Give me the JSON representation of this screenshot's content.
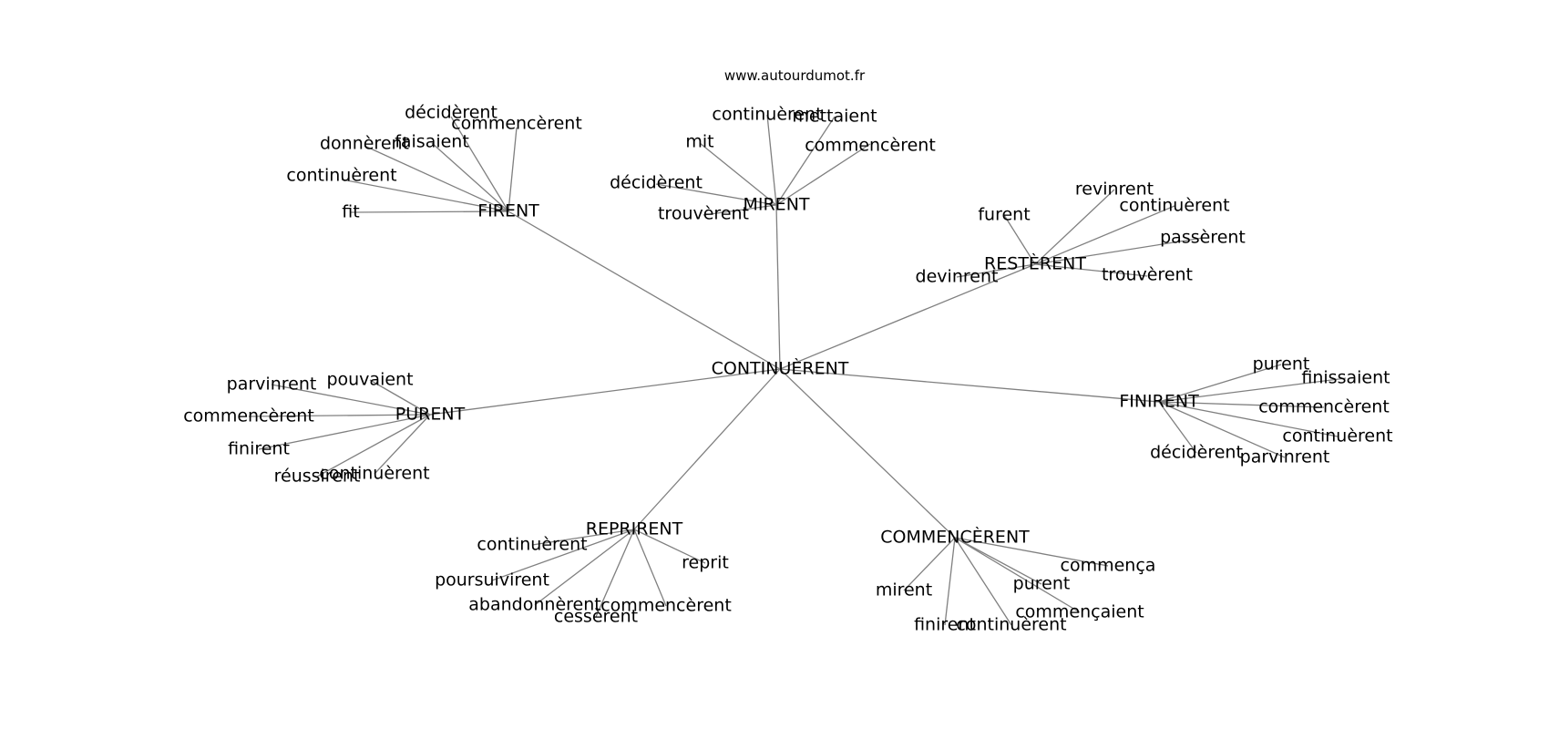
{
  "source": "www.autourdumot.fr",
  "colors": {
    "edge": "#808080",
    "text": "#000000",
    "background": "#ffffff"
  },
  "graph": {
    "center": {
      "id": "center",
      "label": "CONTINUÈRENT"
    },
    "clusters": [
      {
        "id": "firent",
        "label": "FIRENT",
        "leaves": [
          "décidèrent",
          "commencèrent",
          "donnèrent",
          "faisaient",
          "continuèrent",
          "fit"
        ]
      },
      {
        "id": "mirent",
        "label": "MIRENT",
        "leaves": [
          "continuèrent",
          "mettaient",
          "mit",
          "commencèrent",
          "décidèrent",
          "trouvèrent"
        ]
      },
      {
        "id": "resterent",
        "label": "RESTÈRENT",
        "leaves": [
          "revinrent",
          "furent",
          "continuèrent",
          "passèrent",
          "devinrent",
          "trouvèrent"
        ]
      },
      {
        "id": "purent",
        "label": "PURENT",
        "leaves": [
          "pouvaient",
          "parvinrent",
          "commencèrent",
          "finirent",
          "continuèrent",
          "réussirent"
        ]
      },
      {
        "id": "finirent",
        "label": "FINIRENT",
        "leaves": [
          "purent",
          "finissaient",
          "commencèrent",
          "continuèrent",
          "décidèrent",
          "parvinrent"
        ]
      },
      {
        "id": "reprirent",
        "label": "REPRIRENT",
        "leaves": [
          "continuèrent",
          "reprit",
          "poursuivirent",
          "abandonnèrent",
          "commencèrent",
          "cessèrent"
        ]
      },
      {
        "id": "commencerent",
        "label": "COMMENCÈRENT",
        "leaves": [
          "commença",
          "purent",
          "mirent",
          "commençaient",
          "finirent",
          "continuèrent"
        ]
      }
    ]
  }
}
